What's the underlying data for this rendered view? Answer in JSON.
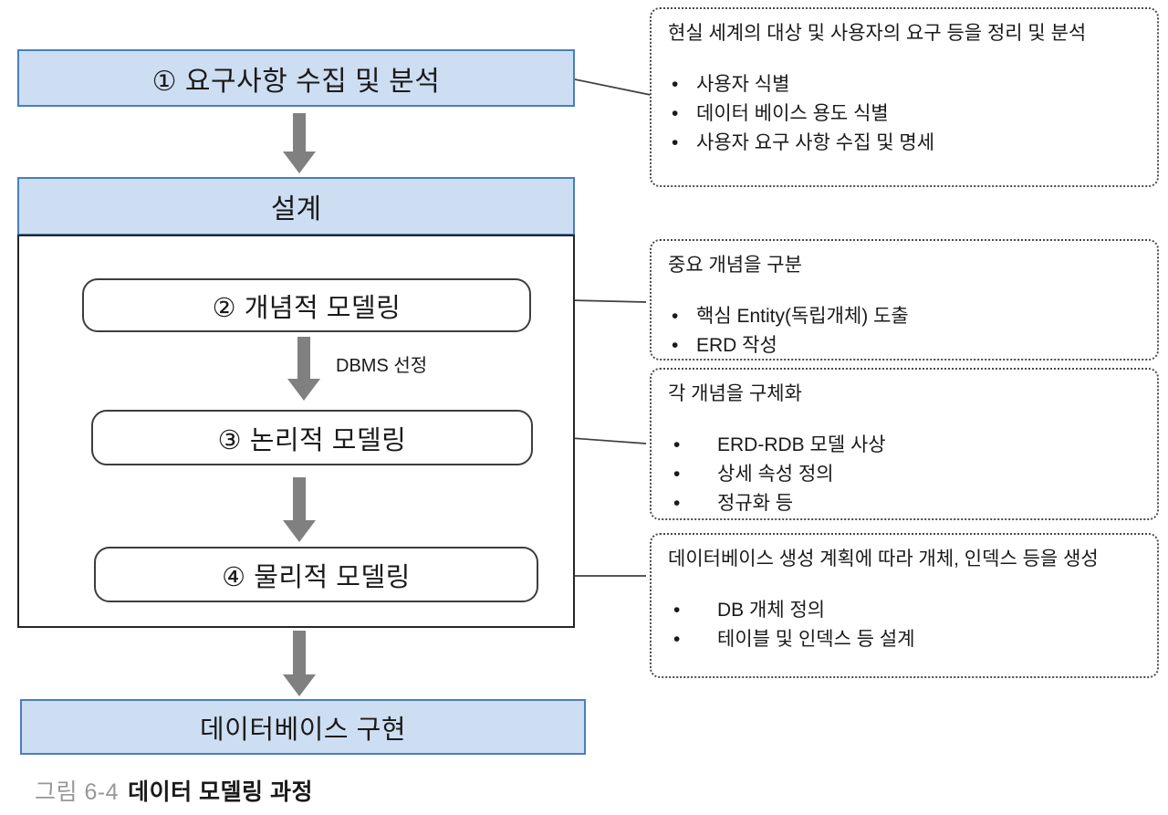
{
  "flow": {
    "step1": {
      "label": "① 요구사항 수집 및 분석"
    },
    "design": {
      "header": "설계",
      "step2": "② 개념적 모델링",
      "dbms_label": "DBMS 선정",
      "step3": "③ 논리적 모델링",
      "step4": "④ 물리적 모델링"
    },
    "implementation": "데이터베이스 구현"
  },
  "annotations": [
    {
      "intro": "현실 세계의 대상 및 사용자의 요구 등을 정리 및 분석",
      "bullets": [
        "사용자 식별",
        "데이터 베이스 용도 식별",
        "사용자 요구 사항 수집 및 명세"
      ]
    },
    {
      "intro": "중요 개념을 구분",
      "bullets": [
        "핵심 Entity(독립개체) 도출",
        "ERD 작성"
      ]
    },
    {
      "intro": "각 개념을 구체화",
      "bullets": [
        "ERD-RDB 모델 사상",
        "상세 속성 정의",
        "정규화 등"
      ]
    },
    {
      "intro": "데이터베이스 생성 계획에 따라 개체, 인덱스 등을 생성",
      "bullets": [
        "DB 개체 정의",
        "테이블 및 인덱스 등 설계"
      ]
    }
  ],
  "bullet_glyph": "•",
  "caption": {
    "prefix": "그림 6-4",
    "title": "데이터 모델링 과정"
  },
  "colors": {
    "box_fill": "#cdddf2",
    "box_border": "#4a7ebb",
    "container_border": "#262626",
    "arrow": "#808080",
    "caption_prefix": "#989898"
  }
}
